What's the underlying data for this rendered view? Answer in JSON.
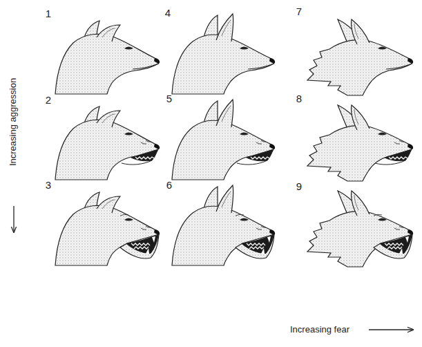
{
  "diagram": {
    "labels": [
      "1",
      "4",
      "7",
      "2",
      "5",
      "8",
      "3",
      "6",
      "9",
      "Increasing aggression",
      "Increasing fear"
    ]
  }
}
